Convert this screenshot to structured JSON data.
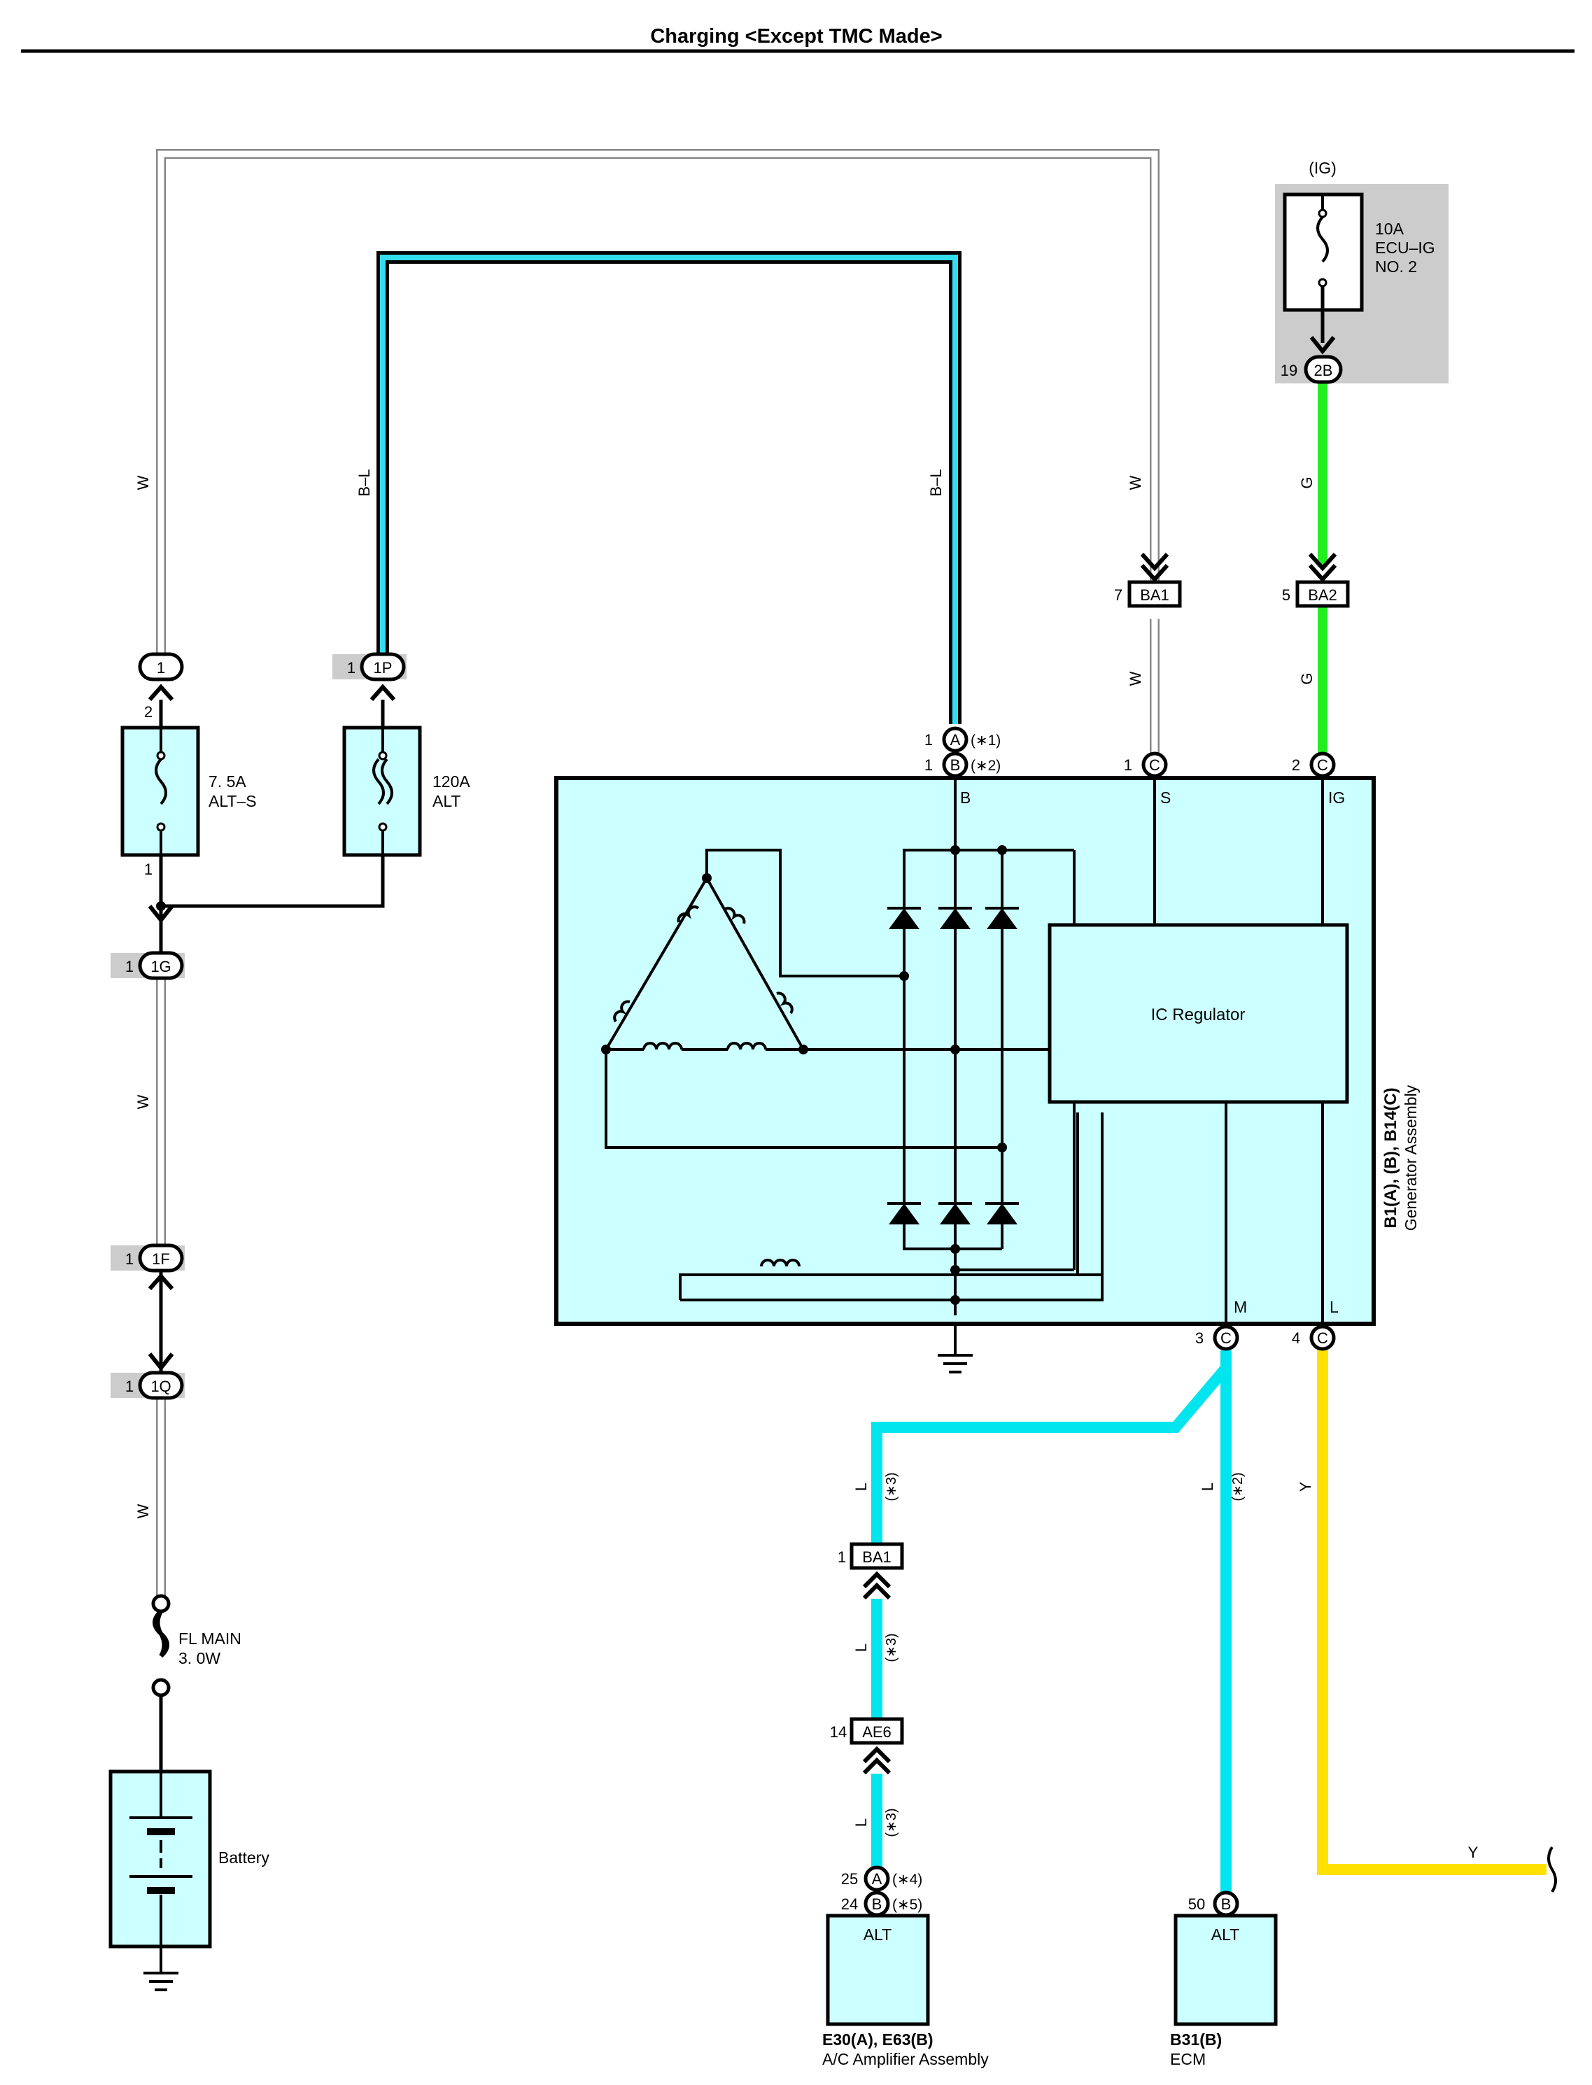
{
  "title": "Charging <Except TMC Made>",
  "colors": {
    "box_fill": "#ccffff",
    "wire_blue": "#00e5ee",
    "wire_green": "#22ee22",
    "wire_yellow": "#ffe100",
    "connector_shade": "#cccccc"
  },
  "wire_codes": {
    "w": "W",
    "bl": "B–L",
    "g": "G",
    "l": "L",
    "y": "Y"
  },
  "fuses": {
    "alt_s": {
      "rating": "7. 5A",
      "name": "ALT–S",
      "pin_top": "2",
      "pin_bottom": "1"
    },
    "alt": {
      "rating": "120A",
      "name": "ALT"
    },
    "fl_main": {
      "line1": "FL MAIN",
      "line2": "3. 0W"
    },
    "ecu_ig": {
      "group": "(IG)",
      "line1": "10A",
      "line2": "ECU–IG",
      "line3": "NO. 2"
    }
  },
  "connectors": {
    "c1": {
      "label": "1"
    },
    "c1p": {
      "pin": "1",
      "label": "1P"
    },
    "c1g": {
      "pin": "1",
      "label": "1G"
    },
    "c1f": {
      "pin": "1",
      "label": "1F"
    },
    "c1q": {
      "pin": "1",
      "label": "1Q"
    },
    "c2b": {
      "pin": "19",
      "label": "2B"
    },
    "ba1_top": {
      "pin": "7",
      "label": "BA1"
    },
    "ba2_top": {
      "pin": "5",
      "label": "BA2"
    },
    "ba1_bottom": {
      "pin": "1",
      "label": "BA1"
    },
    "ae6": {
      "pin": "14",
      "label": "AE6"
    }
  },
  "generator": {
    "name": "Generator Assembly",
    "codes": "B1(A), (B), B14(C)",
    "regulator": "IC Regulator",
    "term_b": "B",
    "term_s": "S",
    "term_ig": "IG",
    "term_m": "M",
    "term_l": "L",
    "pin_a": {
      "pin": "1",
      "letter": "A",
      "note": "(∗1)"
    },
    "pin_b": {
      "pin": "1",
      "letter": "B",
      "note": "(∗2)"
    },
    "pin_s": {
      "pin": "1",
      "letter": "C"
    },
    "pin_ig": {
      "pin": "2",
      "letter": "C"
    },
    "pin_m": {
      "pin": "3",
      "letter": "C"
    },
    "pin_l": {
      "pin": "4",
      "letter": "C"
    }
  },
  "notes": {
    "n2": "(∗2)",
    "n3": "(∗3)"
  },
  "battery": {
    "label": "Battery"
  },
  "ac_amp": {
    "label": "ALT",
    "codes": "E30(A), E63(B)",
    "name": "A/C Amplifier Assembly",
    "pin_a": {
      "pin": "25",
      "letter": "A",
      "note": "(∗4)"
    },
    "pin_b": {
      "pin": "24",
      "letter": "B",
      "note": "(∗5)"
    }
  },
  "ecm": {
    "label": "ALT",
    "codes": "B31(B)",
    "name": "ECM",
    "pin": {
      "pin": "50",
      "letter": "B"
    }
  }
}
